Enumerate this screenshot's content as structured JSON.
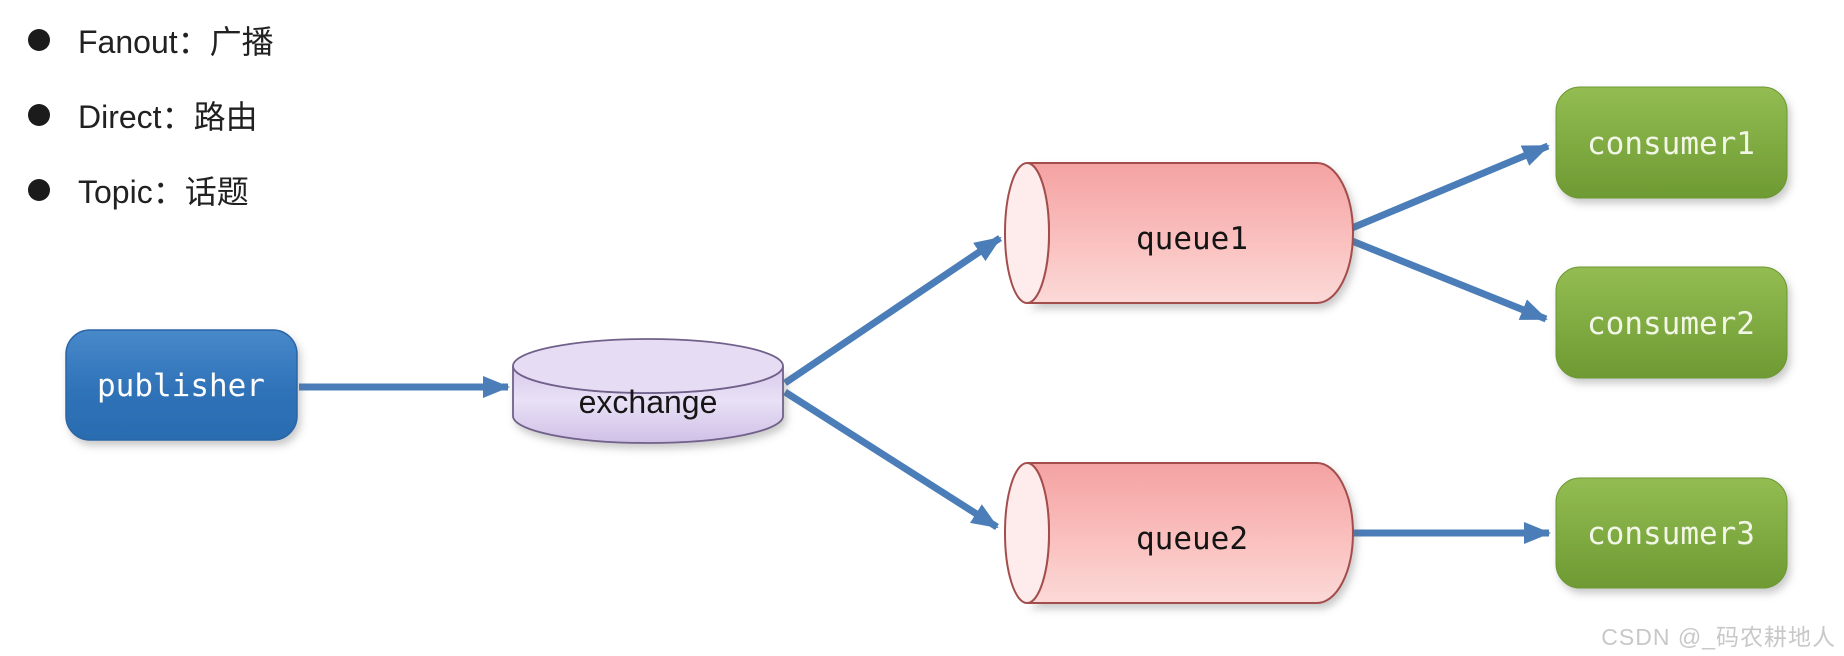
{
  "legend": {
    "items": [
      {
        "label": "Fanout：广播"
      },
      {
        "label": "Direct：路由"
      },
      {
        "label": "Topic：话题"
      }
    ]
  },
  "nodes": {
    "publisher": {
      "label": "publisher"
    },
    "exchange": {
      "label": "exchange"
    },
    "queue1": {
      "label": "queue1"
    },
    "queue2": {
      "label": "queue2"
    },
    "consumer1": {
      "label": "consumer1"
    },
    "consumer2": {
      "label": "consumer2"
    },
    "consumer3": {
      "label": "consumer3"
    }
  },
  "edges": [
    {
      "from": "publisher",
      "to": "exchange"
    },
    {
      "from": "exchange",
      "to": "queue1"
    },
    {
      "from": "exchange",
      "to": "queue2"
    },
    {
      "from": "queue1",
      "to": "consumer1"
    },
    {
      "from": "queue1",
      "to": "consumer2"
    },
    {
      "from": "queue2",
      "to": "consumer3"
    }
  ],
  "colors": {
    "arrow": "#4b7db8",
    "publisher_fill": "#3174b9",
    "exchange_fill": "#ddd0f0",
    "queue_fill": "#f8b2b1",
    "consumer_fill": "#7fa93e",
    "legend_text": "#212121",
    "watermark_text": "#c8c8c8",
    "background": "#ffffff"
  },
  "watermark": {
    "text": "CSDN @_码农耕地人"
  }
}
